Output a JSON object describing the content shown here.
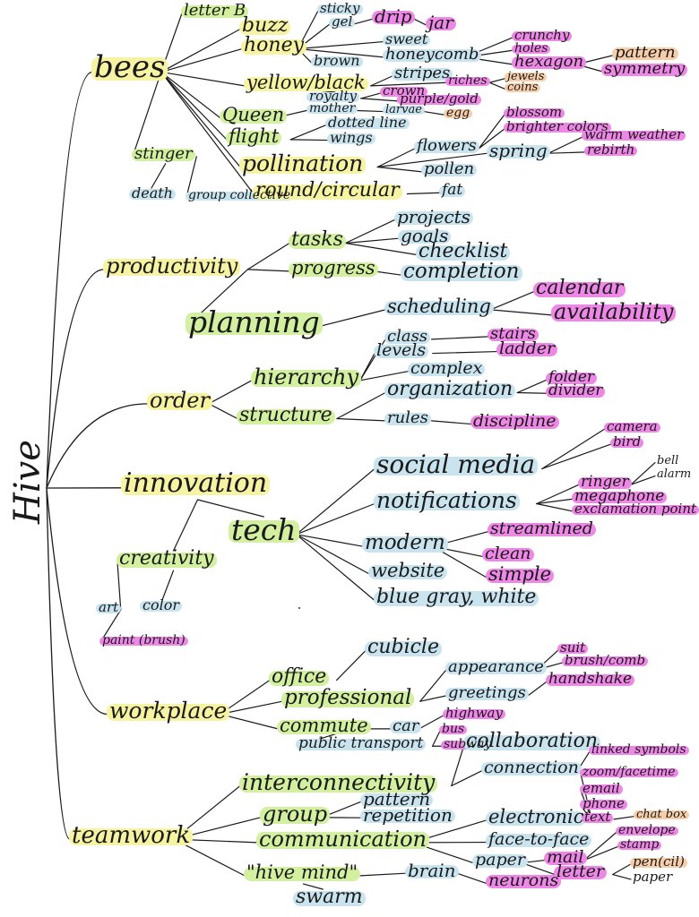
{
  "diagram": {
    "root": "Hive",
    "colors": {
      "yellow": "#f6f3a3",
      "green": "#d3f0a1",
      "blue": "#c9e4ef",
      "pink": "#ee88e6",
      "orange": "#f7ceaa",
      "ink": "#1a1a1a"
    },
    "labels": {
      "bees": "bees",
      "letter_b": "letter B",
      "buzz": "buzz",
      "honey": "honey",
      "sticky": "sticky",
      "gel": "gel",
      "drip": "drip",
      "jar": "jar",
      "sweet": "sweet",
      "honeycomb": "honeycomb",
      "crunchy": "crunchy",
      "holes": "holes",
      "hexagon": "hexagon",
      "pattern_hex": "pattern",
      "symmetry": "symmetry",
      "brown": "brown",
      "yellow_black": "yellow/black",
      "stripes": "stripes",
      "riches": "riches",
      "jewels": "jewels",
      "coins": "coins",
      "royalty": "royalty",
      "crown": "crown",
      "purple_gold": "purple/gold",
      "queen": "Queen",
      "mother": "mother",
      "larvae": "larvae",
      "egg": "egg",
      "flight": "flight",
      "dotted_line": "dotted line",
      "wings": "wings",
      "stinger": "stinger",
      "death": "death",
      "group_collective": "group collective",
      "pollination": "pollination",
      "flowers": "flowers",
      "blossom": "blossom",
      "brighter_colors": "brighter colors",
      "spring": "spring",
      "warm_weather": "warm weather",
      "rebirth": "rebirth",
      "pollen": "pollen",
      "round_circular": "round/circular",
      "fat": "fat",
      "productivity": "productivity",
      "tasks": "tasks",
      "projects": "projects",
      "goals": "goals",
      "checklist": "checklist",
      "progress": "progress",
      "completion": "completion",
      "planning": "planning",
      "scheduling": "scheduling",
      "calendar": "calendar",
      "availability": "availability",
      "order": "order",
      "hierarchy": "hierarchy",
      "class": "class",
      "stairs": "stairs",
      "levels": "levels",
      "ladder": "ladder",
      "complex": "complex",
      "structure": "structure",
      "organization": "organization",
      "folder": "folder",
      "divider": "divider",
      "rules": "rules",
      "discipline": "discipline",
      "innovation": "innovation",
      "tech": "tech",
      "social_media": "social media",
      "camera": "camera",
      "bird": "bird",
      "notifications": "notifications",
      "ringer": "ringer",
      "bell": "bell",
      "alarm": "alarm",
      "megaphone": "megaphone",
      "exclamation_point": "exclamation point",
      "modern": "modern",
      "streamlined": "streamlined",
      "clean": "clean",
      "simple": "simple",
      "website": "website",
      "blue_gray_white": "blue gray, white",
      "creativity": "creativity",
      "art": "art",
      "color": "color",
      "paint_brush": "paint (brush)",
      "workplace": "workplace",
      "office": "office",
      "cubicle": "cubicle",
      "professional": "professional",
      "appearance": "appearance",
      "suit": "suit",
      "brush_comb": "brush/comb",
      "greetings": "greetings",
      "handshake": "handshake",
      "commute": "commute",
      "car": "car",
      "highway": "highway",
      "public_transport": "public transport",
      "bus": "bus",
      "subway": "subway",
      "teamwork": "teamwork",
      "interconnectivity": "interconnectivity",
      "collaboration": "collaboration",
      "connection": "connection",
      "linked_symbols": "linked symbols",
      "group": "group",
      "pattern": "pattern",
      "repetition": "repetition",
      "communication": "communication",
      "electronic": "electronic",
      "zoom_facetime": "zoom/facetime",
      "email": "email",
      "phone": "phone",
      "text": "text",
      "chat_box": "chat box",
      "face_to_face": "face-to-face",
      "paper": "paper",
      "mail": "mail",
      "envelope": "envelope",
      "stamp": "stamp",
      "letter": "letter",
      "pen_cil": "pen(cil)",
      "paper_2": "paper",
      "hive_mind": "\"hive mind\"",
      "brain": "brain",
      "neurons": "neurons",
      "swarm": "swarm"
    }
  }
}
